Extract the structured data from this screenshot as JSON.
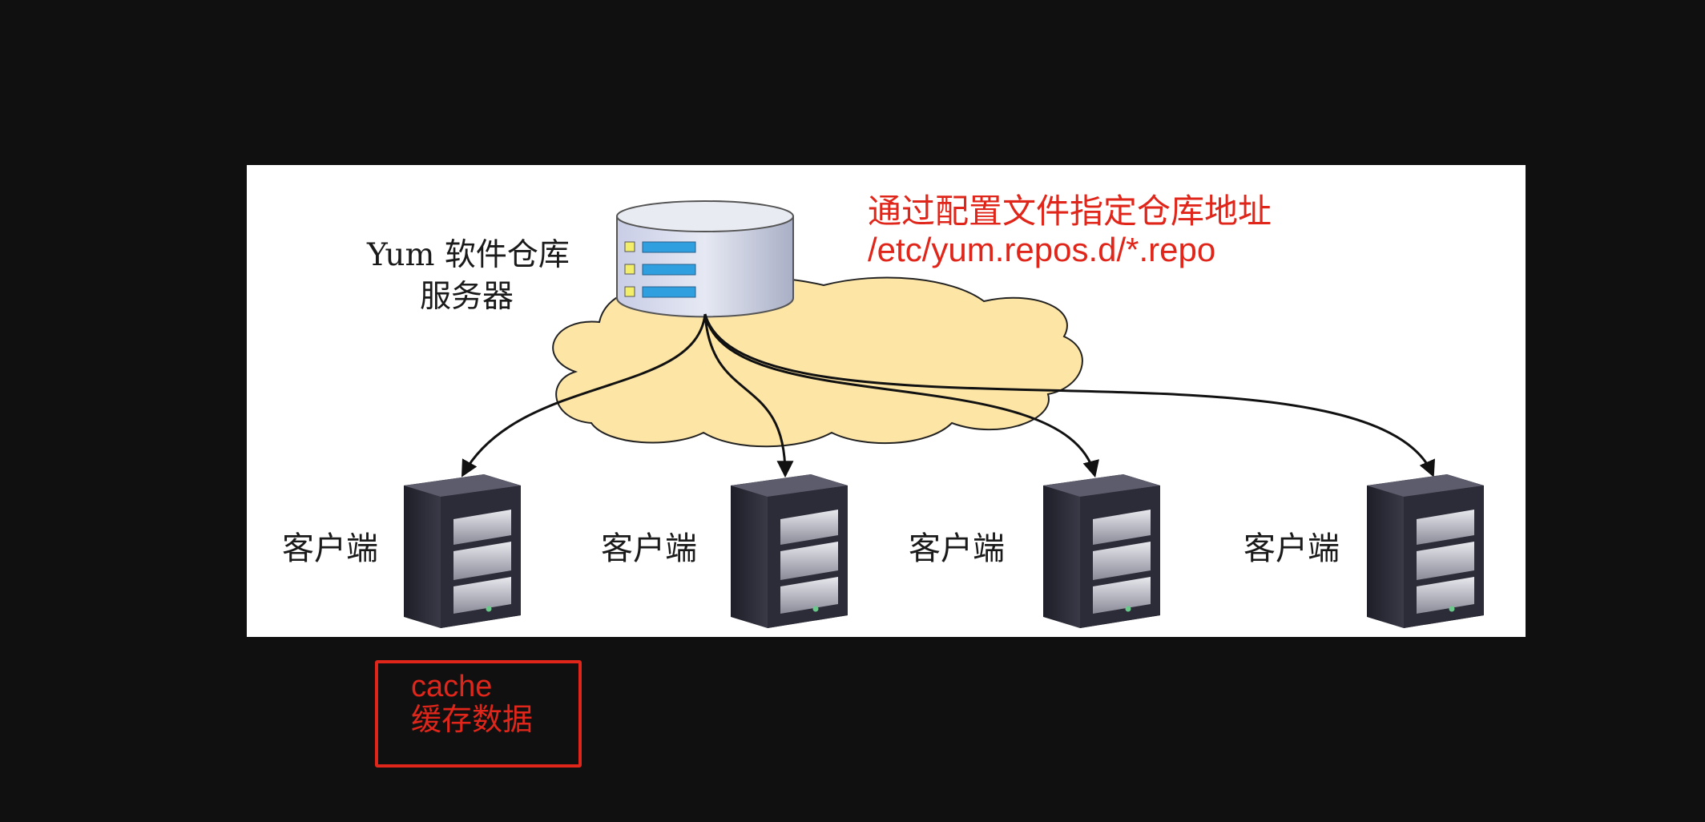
{
  "server_label": {
    "line1": "Yum 软件仓库",
    "line2": "服务器"
  },
  "clients": [
    {
      "label": "客户端"
    },
    {
      "label": "客户端"
    },
    {
      "label": "客户端"
    },
    {
      "label": "客户端"
    }
  ],
  "repo_note": {
    "line1": "通过配置文件指定仓库地址",
    "line2": "/etc/yum.repos.d/*.repo"
  },
  "cache_note": {
    "line1": "cache",
    "line2": "缓存数据"
  },
  "colors": {
    "annotation": "#e0261a",
    "cloud": "#fde5a5",
    "background": "#101010"
  }
}
